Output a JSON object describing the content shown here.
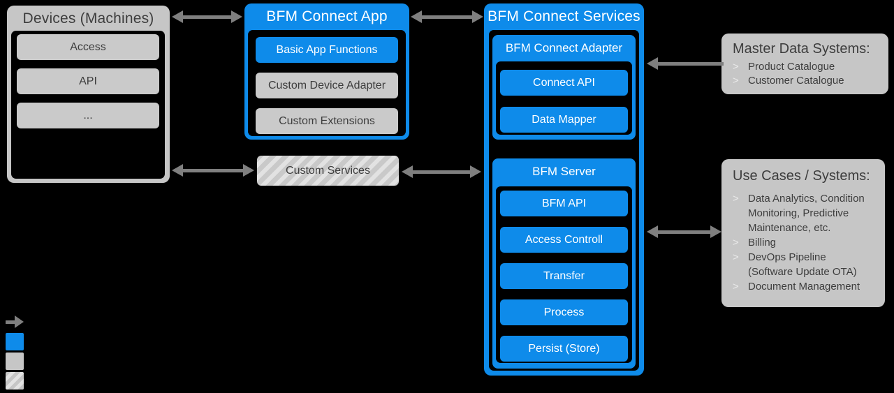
{
  "colors": {
    "background": "#000000",
    "accent_blue": "#0e8bea",
    "panel_gray": "#c6c6c6",
    "item_gray": "#cacaca",
    "arrow_gray": "#7f7f7f",
    "dark_text": "#3d3d3d",
    "white_text": "#ffffff",
    "bullet_gray": "#eaeaea"
  },
  "devices": {
    "title": "Devices (Machines)",
    "items": [
      "Access",
      "API",
      "..."
    ]
  },
  "app": {
    "title": "BFM Connect App",
    "items": [
      {
        "label": "Basic App Functions",
        "variant": "blue"
      },
      {
        "label": "Custom Device Adapter",
        "variant": "gray"
      },
      {
        "label": "Custom Extensions",
        "variant": "gray"
      }
    ]
  },
  "custom_services": {
    "label": "Custom Services"
  },
  "services": {
    "title": "BFM Connect Services",
    "adapter": {
      "title": "BFM Connect Adapter",
      "items": [
        "Connect API",
        "Data Mapper"
      ]
    },
    "server": {
      "title": "BFM Server",
      "items": [
        "BFM API",
        "Access Controll",
        "Transfer",
        "Process",
        "Persist (Store)"
      ]
    }
  },
  "master_data": {
    "title": "Master Data Systems:",
    "bullet": ">",
    "items": [
      "Product Catalogue",
      "Customer Catalogue"
    ]
  },
  "use_cases": {
    "title": "Use Cases / Systems:",
    "bullet": ">",
    "items": [
      [
        "Data Analytics, Condition",
        "Monitoring, Predictive",
        "Maintenance, etc."
      ],
      [
        "Billing"
      ],
      [
        "DevOps Pipeline",
        "(Software Update OTA)"
      ],
      [
        "Document Management"
      ]
    ]
  },
  "legend": {
    "swatches": [
      "connection-arrow",
      "blue-component",
      "gray-component",
      "hatched-custom-component"
    ]
  }
}
